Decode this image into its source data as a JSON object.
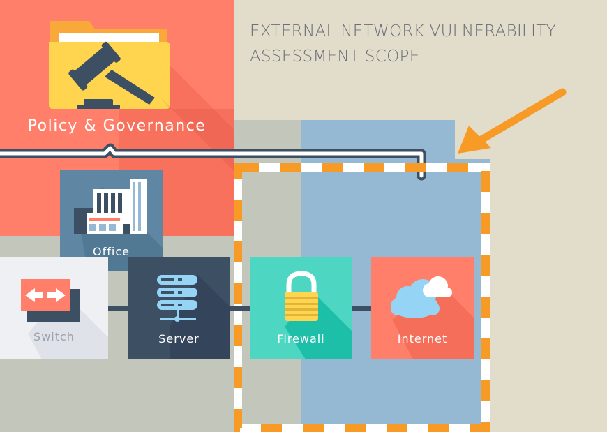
{
  "title": {
    "line1": "EXTERNAL NETWORK VULNERABILITY",
    "line2": "ASSESSMENT SCOPE"
  },
  "policy": {
    "label": "Policy & Governance",
    "icon": "gavel-folder-icon"
  },
  "nodes": [
    {
      "id": "office",
      "label": "Office",
      "icon": "office-building-icon",
      "color": "#5f87a3"
    },
    {
      "id": "switch",
      "label": "Switch",
      "icon": "switch-arrows-icon",
      "color": "#eef0f3"
    },
    {
      "id": "server",
      "label": "Server",
      "icon": "server-stack-icon",
      "color": "#3d4f62"
    },
    {
      "id": "firewall",
      "label": "Firewall",
      "icon": "padlock-icon",
      "color": "#4dd7c3"
    },
    {
      "id": "internet",
      "label": "Internet",
      "icon": "cloud-icon",
      "color": "#ff7f6a"
    }
  ],
  "colors": {
    "background": "#e2dccb",
    "policy_red": "#ff7f6a",
    "scope_orange": "#f79a26",
    "scope_blue": "#96b9d3",
    "gray_zone": "#c3c6ba"
  }
}
